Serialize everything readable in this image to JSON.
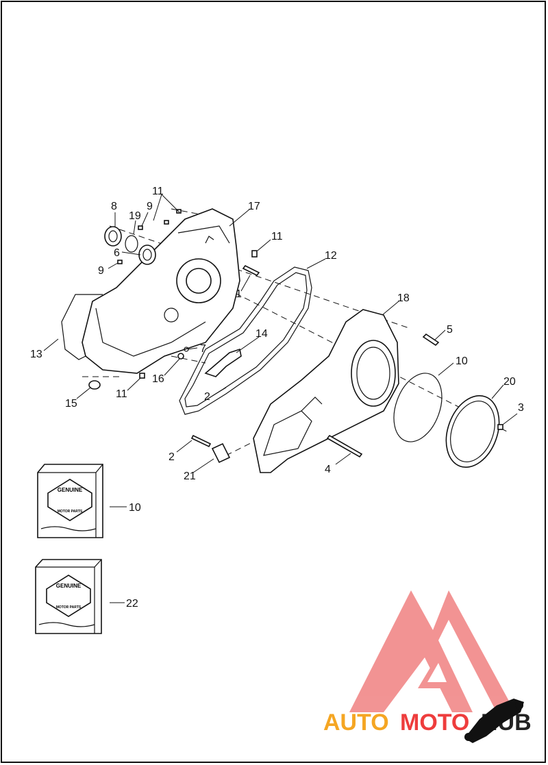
{
  "callouts": [
    {
      "id": "c11a",
      "text": "11"
    },
    {
      "id": "c17",
      "text": "17"
    },
    {
      "id": "c8",
      "text": "8"
    },
    {
      "id": "c19",
      "text": "19"
    },
    {
      "id": "c9a",
      "text": "9"
    },
    {
      "id": "c6",
      "text": "6"
    },
    {
      "id": "c11b",
      "text": "11"
    },
    {
      "id": "c9b",
      "text": "9"
    },
    {
      "id": "c12",
      "text": "12"
    },
    {
      "id": "c1",
      "text": "1"
    },
    {
      "id": "c18",
      "text": "18"
    },
    {
      "id": "c5",
      "text": "5"
    },
    {
      "id": "c14",
      "text": "14"
    },
    {
      "id": "c13",
      "text": "13"
    },
    {
      "id": "c7",
      "text": "7"
    },
    {
      "id": "c16",
      "text": "16"
    },
    {
      "id": "c10a",
      "text": "10"
    },
    {
      "id": "c20",
      "text": "20"
    },
    {
      "id": "c2a",
      "text": "2"
    },
    {
      "id": "c15",
      "text": "15"
    },
    {
      "id": "c11c",
      "text": "11"
    },
    {
      "id": "c3",
      "text": "3"
    },
    {
      "id": "c2b",
      "text": "2"
    },
    {
      "id": "c4",
      "text": "4"
    },
    {
      "id": "c21",
      "text": "21"
    },
    {
      "id": "c10b",
      "text": "10"
    },
    {
      "id": "c22",
      "text": "22"
    }
  ],
  "packages": {
    "logo_top": "GENUINE",
    "logo_bottom": "MOTOR PARTS"
  },
  "watermark": {
    "part1": "AUTO",
    "part2": "MOTO",
    "part3": "HUB",
    "color_orange": "#f5a623",
    "color_red": "#ee3d3d",
    "color_dark": "#222222"
  }
}
